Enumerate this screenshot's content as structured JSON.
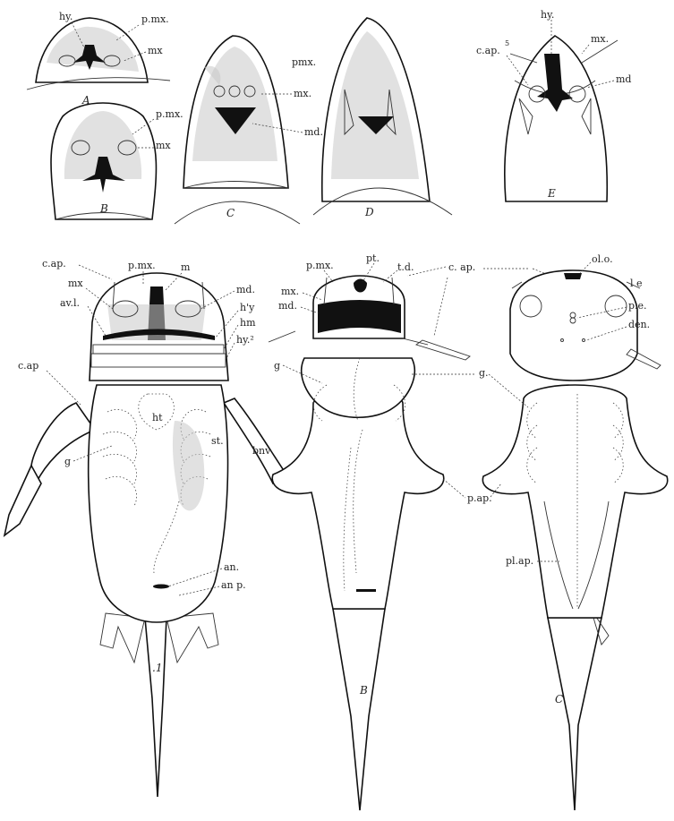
{
  "figures": {
    "top_A": "A",
    "top_B": "B",
    "top_C": "C",
    "top_D": "D",
    "top_E": "E",
    "big_A": ".1",
    "big_B": "B",
    "big_C": "C"
  },
  "labels": {
    "a_hy": "hy.",
    "a_pmx": "p.mx.",
    "a_mx": "mx",
    "b_pmx": "p.mx.",
    "b_mx": "mx",
    "c_pmx": "pmx.",
    "c_mx": "mx.",
    "c_md": "md.",
    "e_hy": "hy.",
    "e_cap": "c.ap.",
    "e_cap_sup": "5",
    "e_mx": "mx.",
    "e_md": "md",
    "ba_cap": "c.ap.",
    "ba_pmx": "p.mx.",
    "ba_m": "m",
    "ba_mx": "mx",
    "ba_md": "md.",
    "ba_avl": "av.l.",
    "ba_hy": "h'y",
    "ba_hm": "hm",
    "ba_hy2": "hy.²",
    "ba_cap2": "c.ap",
    "ba_ht": "ht",
    "ba_st": "st.",
    "ba_g": "g",
    "ba_bnv": "bnv",
    "ba_an": "an.",
    "ba_anp": "an p.",
    "bb_pmx": "p.mx.",
    "bb_pt": "pt.",
    "bb_td": "t.d.",
    "bb_mx": "mx.",
    "bb_md": "md.",
    "bb_g": "g",
    "bb_cap": "c. ap.",
    "bc_olo": "ol.o.",
    "bc_le": "l e",
    "bc_pe": "p.e.",
    "bc_den": "den.",
    "bc_g": "g.",
    "bc_pap": "p.ap.",
    "bc_plap": "pl.ap."
  },
  "colors": {
    "ink": "#111111",
    "paper": "#ffffff",
    "stipple": "#c9c9c9"
  }
}
